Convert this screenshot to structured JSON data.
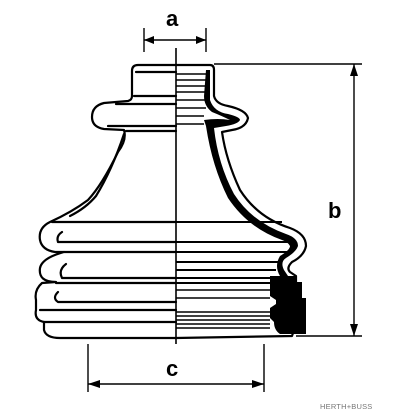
{
  "dimensions": {
    "a": "a",
    "b": "b",
    "c": "c"
  },
  "watermark": "HERTH+BUSS",
  "colors": {
    "line": "#000000",
    "background": "#ffffff",
    "watermark": "#777777"
  }
}
